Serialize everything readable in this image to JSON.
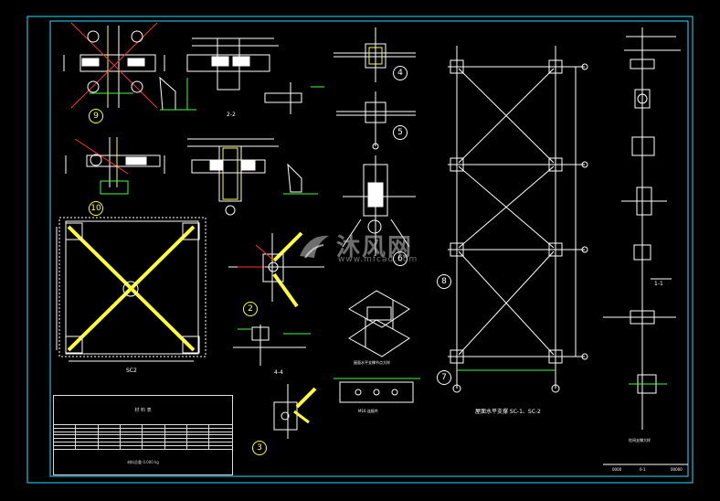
{
  "drawing": {
    "detail_labels": {
      "d9": "9",
      "d10": "10",
      "d2": "2",
      "d3": "3",
      "d4": "4",
      "d5": "5",
      "d6": "6",
      "d7": "7",
      "d8": "8"
    },
    "section_labels": {
      "s22": "2-2",
      "s44": "4-4",
      "s11": "1-1",
      "sc2": "SC2"
    },
    "titles": {
      "elevation_title": "屋面水平支撑 SC-1、SC-2",
      "hbeam_note": "屋面水平支撑节点大样",
      "m16_note": "M16 连接件",
      "right_note": "柱间支撑大样"
    },
    "table": {
      "title": "材 料 表",
      "total_note": "材料总重 0.000 kg"
    },
    "title_block": {
      "a": "0000",
      "b": "0-1",
      "c": "00000"
    },
    "watermark": {
      "brand": "沐风网",
      "url": "www.mfcad.com"
    },
    "colors": {
      "frame": "#26e0ff",
      "line": "#ffffff",
      "brace": "#ffff33",
      "dim": "#3cff3c",
      "cut": "#ff3333"
    }
  }
}
